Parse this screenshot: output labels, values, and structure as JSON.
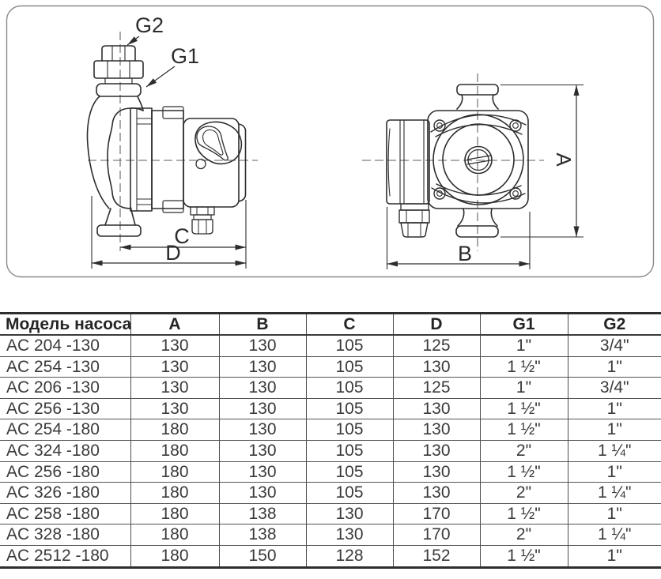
{
  "diagram": {
    "labels": {
      "g2": "G2",
      "g1": "G1",
      "c": "C",
      "d": "D",
      "b": "B",
      "a": "A"
    }
  },
  "table": {
    "columns": [
      "Модель насоса",
      "A",
      "B",
      "C",
      "D",
      "G1",
      "G2"
    ],
    "rows": [
      [
        "AC 204 -130",
        "130",
        "130",
        "105",
        "125",
        "1\"",
        "3/4\""
      ],
      [
        "AC 254 -130",
        "130",
        "130",
        "105",
        "130",
        "1 ½\"",
        "1\""
      ],
      [
        "AC 206 -130",
        "130",
        "130",
        "105",
        "125",
        "1\"",
        "3/4\""
      ],
      [
        "AC 256 -130",
        "130",
        "130",
        "105",
        "130",
        "1 ½\"",
        "1\""
      ],
      [
        "AC 254 -180",
        "180",
        "130",
        "105",
        "130",
        "1 ½\"",
        "1\""
      ],
      [
        "AC 324 -180",
        "180",
        "130",
        "105",
        "130",
        "2\"",
        "1 ¼\""
      ],
      [
        "AC 256 -180",
        "180",
        "130",
        "105",
        "130",
        "1 ½\"",
        "1\""
      ],
      [
        "AC 326 -180",
        "180",
        "130",
        "105",
        "130",
        "2\"",
        "1 ¼\""
      ],
      [
        "AC 258 -180",
        "180",
        "138",
        "130",
        "170",
        "1 ½\"",
        "1\""
      ],
      [
        "AC 328 -180",
        "180",
        "138",
        "130",
        "170",
        "2\"",
        "1 ¼\""
      ],
      [
        "AC 2512 -180",
        "180",
        "150",
        "128",
        "152",
        "1 ½\"",
        "1\""
      ]
    ]
  },
  "colors": {
    "line": "#2d2d2d",
    "centerline": "#7d7d7d",
    "border": "#8a8a8a"
  }
}
